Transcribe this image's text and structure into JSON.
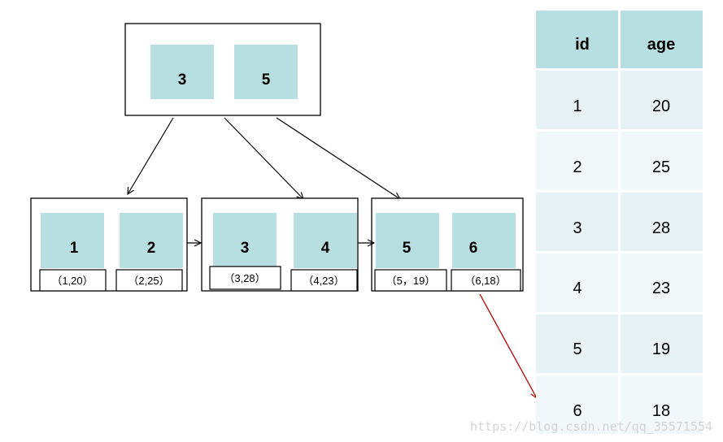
{
  "tree": {
    "root": {
      "keys": [
        "3",
        "5"
      ]
    },
    "leaves": [
      {
        "keys": [
          "1",
          "2"
        ],
        "rows": [
          "（1,20）",
          "（2,25）"
        ]
      },
      {
        "keys": [
          "3",
          "4"
        ],
        "rows": [
          "（3,28）",
          "（4,23）"
        ]
      },
      {
        "keys": [
          "5",
          "6"
        ],
        "rows": [
          "（5，19）",
          "（6,18）"
        ]
      }
    ]
  },
  "table": {
    "headers": [
      "id",
      "age"
    ],
    "rows": [
      [
        "1",
        "20"
      ],
      [
        "2",
        "25"
      ],
      [
        "3",
        "28"
      ],
      [
        "4",
        "23"
      ],
      [
        "5",
        "19"
      ],
      [
        "6",
        "18"
      ]
    ]
  },
  "watermark": "https://blog.csdn.net/qq_35571554",
  "colors": {
    "key_fill": "#b7dfe2",
    "table_header": "#b7dfe2",
    "table_row_a": "#e6f2f4",
    "table_row_b": "#f2f8f9",
    "pointer": "#c00000",
    "stroke": "#000000"
  }
}
